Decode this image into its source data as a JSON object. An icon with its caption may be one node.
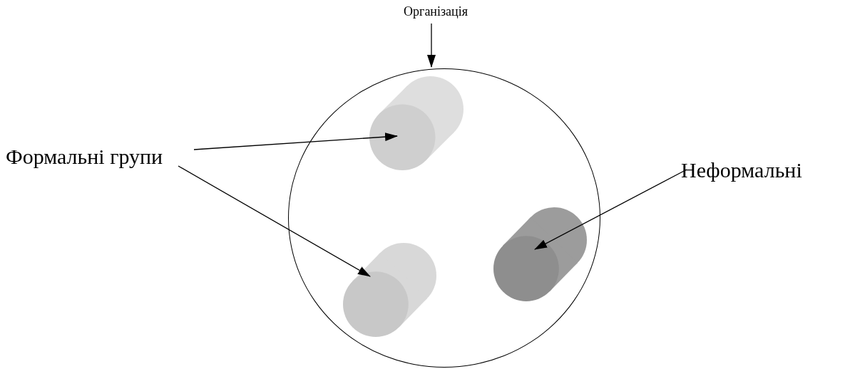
{
  "diagram": {
    "nodes": [
      {
        "text": [
          "Організація"
        ]
      },
      {
        "text": [],
        "shape": "circle"
      },
      {
        "text": [],
        "shape": "cylinder",
        "in": 1
      },
      {
        "text": [],
        "shape": "cylinder",
        "in": 1
      },
      {
        "text": [],
        "shape": "cylinder",
        "in": 1
      },
      {
        "text": [
          "Формальні групи"
        ]
      },
      {
        "text": [
          "Неформальні"
        ]
      }
    ],
    "edges": [
      {
        "from": 0,
        "to": 1,
        "arrow": "to"
      },
      {
        "from": 5,
        "to": 2,
        "arrow": "to"
      },
      {
        "from": 5,
        "to": 3,
        "arrow": "to"
      },
      {
        "from": 6,
        "to": 4,
        "arrow": "to"
      }
    ]
  }
}
